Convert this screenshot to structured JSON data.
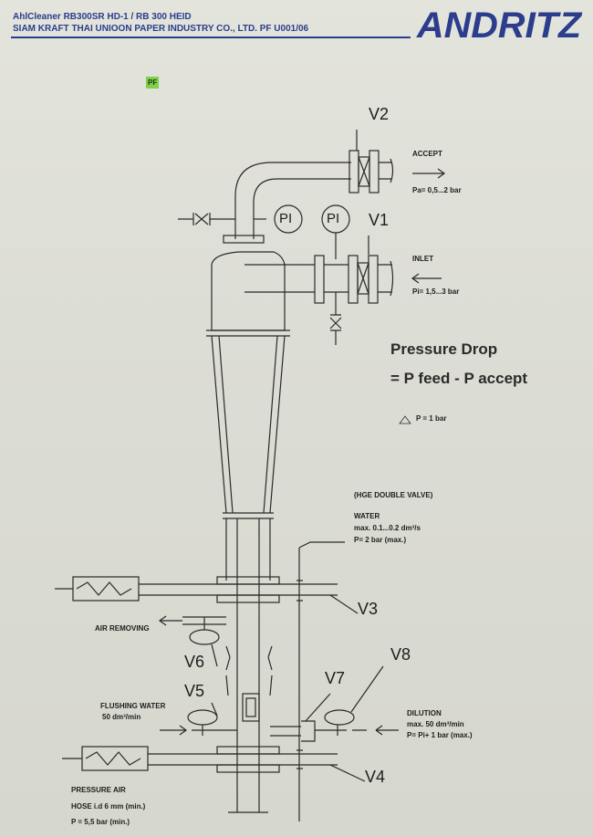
{
  "header": {
    "line1": "AhlCleaner RB300SR HD-1 / RB 300 HEID",
    "line2": "SIAM KRAFT THAI UNIOON PAPER INDUSTRY CO., LTD.  PF U001/06",
    "logo": "ANDRITZ",
    "brand_color": "#2b3d8c"
  },
  "tag": "PF",
  "valves": {
    "v1": "V1",
    "v2": "V2",
    "v3": "V3",
    "v4": "V4",
    "v5": "V5",
    "v6": "V6",
    "v7": "V7",
    "v8": "V8"
  },
  "gauges": {
    "pi_left": "PI",
    "pi_right": "PI"
  },
  "accept": {
    "label": "ACCEPT",
    "value": "Pa= 0,5...2 bar"
  },
  "inlet": {
    "label": "INLET",
    "value": "Pi= 1,5...3 bar"
  },
  "pressure_drop": {
    "title": "Pressure Drop",
    "formula": "= P feed - P accept",
    "delta": "P = 1 bar"
  },
  "double_valve": {
    "title": "(HGE DOUBLE VALVE)",
    "water": "WATER",
    "flow": "max. 0.1...0.2 dm³/s",
    "pressure": "P= 2 bar (max.)"
  },
  "air_removing": "AIR REMOVING",
  "flushing": {
    "label": "FLUSHING WATER",
    "flow": "50 dm³/min"
  },
  "dilution": {
    "label": "DILUTION",
    "flow": "max. 50 dm³/min",
    "pressure": "P= Pi+ 1 bar (max.)"
  },
  "pressure_air": {
    "label": "PRESSURE AIR",
    "hose": "HOSE i.d 6 mm (min.)",
    "pressure": "P = 5,5 bar (min.)"
  }
}
